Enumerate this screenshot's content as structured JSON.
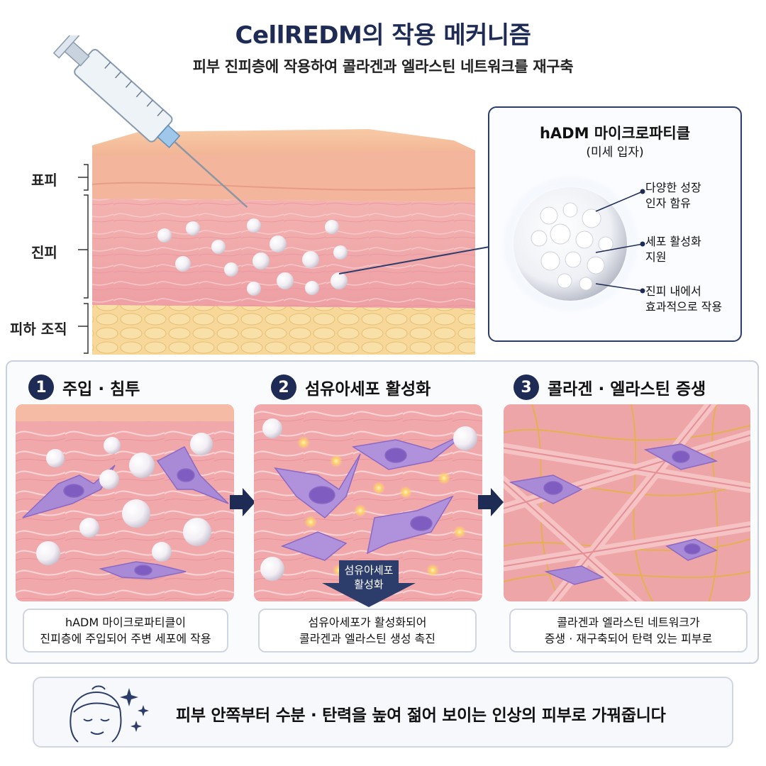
{
  "header": {
    "title": "CellREDM의 작용 메커니즘",
    "subtitle": "피부 진피층에 작용하여 콜라겐과 엘라스틴 네트워크를 재구축"
  },
  "skin_diagram": {
    "layers": [
      {
        "label": "표피"
      },
      {
        "label": "진피"
      },
      {
        "label": "피하 조직"
      }
    ]
  },
  "callout": {
    "title": "hADM 마이크로파티클",
    "subtitle": "(미세 입자)",
    "features": [
      {
        "line1": "다양한 성장",
        "line2": "인자 함유"
      },
      {
        "line1": "세포 활성화",
        "line2": "지원"
      },
      {
        "line1": "진피 내에서",
        "line2": "효과적으로 작용"
      }
    ]
  },
  "steps": [
    {
      "number": "1",
      "title": "주입 · 침투",
      "caption_line1": "hADM 마이크로파티클이",
      "caption_line2": "진피층에 주입되어 주변 세포에 작용"
    },
    {
      "number": "2",
      "title": "섬유아세포 활성화",
      "badge_line1": "섬유아세포",
      "badge_line2": "활성화",
      "caption_line1": "섬유아세포가 활성화되어",
      "caption_line2": "콜라겐과 엘라스틴 생성 촉진"
    },
    {
      "number": "3",
      "title": "콜라겐 · 엘라스틴 증생",
      "caption_line1": "콜라겐과 엘라스틴 네트워크가",
      "caption_line2": "증생 · 재구축되어 탄력 있는 피부로"
    }
  ],
  "footer": {
    "text": "피부 안쪽부터 수분 · 탄력을 높여 젊어 보이는 인상의 피부로 가꿔줍니다"
  },
  "colors": {
    "navy": "#1d2b55",
    "dermis": "#f2a9ad",
    "epidermis": "#f6c4a8",
    "fat": "#f6d79a",
    "cell": "#a98ad6",
    "collagen": "#ea9aa0",
    "elastin": "#e3b24a"
  },
  "icons": [
    "syringe-icon",
    "microparticle-icon",
    "face-icon",
    "sparkle-icon",
    "arrow-right-icon",
    "arrow-down-icon"
  ]
}
